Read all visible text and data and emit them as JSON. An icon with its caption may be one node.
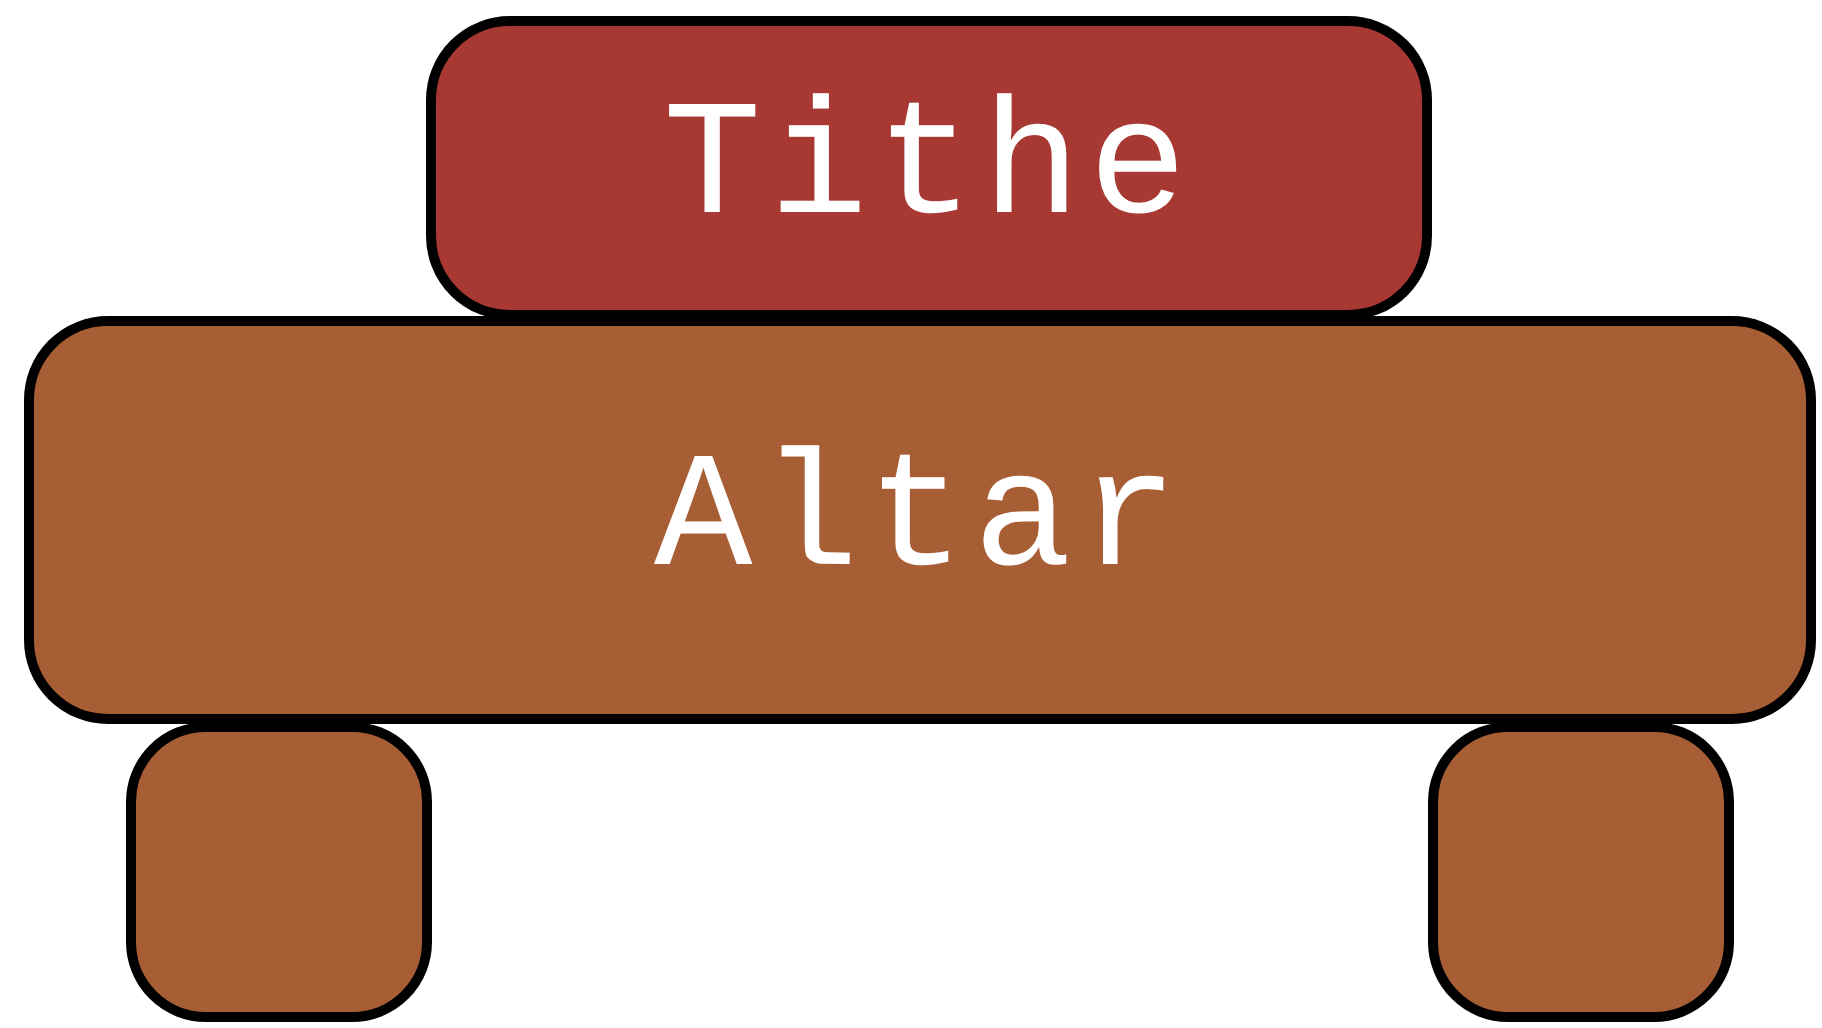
{
  "diagram": {
    "nodes": [
      {
        "text": [
          "Tithe"
        ]
      },
      {
        "text": [
          "Altar"
        ]
      },
      {
        "text": [],
        "shape": "box"
      },
      {
        "text": [],
        "shape": "box"
      }
    ]
  }
}
